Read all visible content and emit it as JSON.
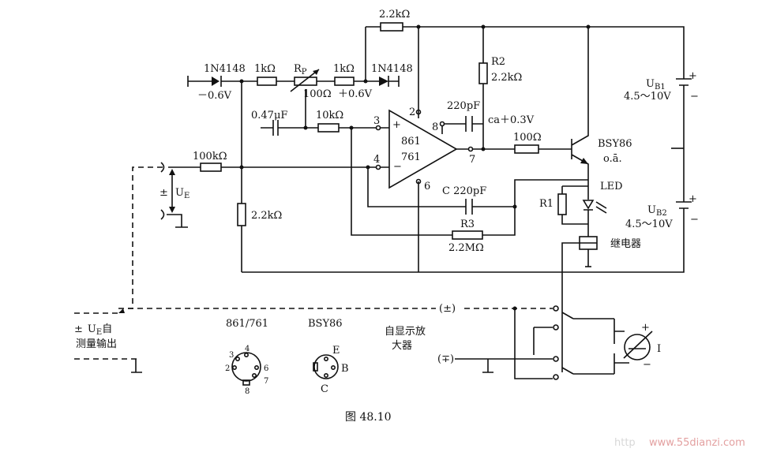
{
  "labels": {
    "r_top": "2.2kΩ",
    "d_left": "1N4148",
    "d_left_v": "－0.6V",
    "r_1k_left": "1kΩ",
    "rp": "R",
    "rp_sub": "P",
    "rp_val": "100Ω",
    "r_1k_right": "1kΩ",
    "d_right": "1N4148",
    "d_right_v": "＋0.6V",
    "cap_047": "0.47μF",
    "r_10k": "10kΩ",
    "r2": "R2",
    "r2_val": "2.2kΩ",
    "cap_220_top": "220pF",
    "ca_v": "ca＋0.3V",
    "opamp_top": "861",
    "opamp_bottom": "761",
    "opamp_plus": "+",
    "opamp_minus": "−",
    "pin2": "2",
    "pin3": "3",
    "pin4": "4",
    "pin6": "6",
    "pin7": "7",
    "pin8": "8",
    "r_100": "100Ω",
    "transistor": "BSY86",
    "transistor_sub": "o.ā.",
    "ub1": "U",
    "ub1_sub": "B1",
    "ub1_range": "4.5～10V",
    "ub2": "U",
    "ub2_sub": "B2",
    "ub2_range": "4.5～10V",
    "led": "LED",
    "r1": "R1",
    "c_220": "C 220pF",
    "r3": "R3",
    "r3_val": "2.2MΩ",
    "relay": "继电器",
    "r_100k": "100kΩ",
    "ue_pm": "±",
    "ue": "U",
    "ue_sub": "E",
    "r_22k_left": "2.2kΩ",
    "pm_line": "(±)",
    "mp_line": "(∓)",
    "bottom_left_1a": "±",
    "bottom_left_1b": "U",
    "bottom_left_1sub": "E",
    "bottom_left_1c": "自",
    "bottom_left_2": "测量输出",
    "pinout_861": "861/761",
    "pinout_bsy": "BSY86",
    "amp_1": "自显示放",
    "amp_2": "大器",
    "pin_e": "E",
    "pin_b": "B",
    "pin_c": "C",
    "meter_plus": "+",
    "meter_minus": "−",
    "meter_i": "I",
    "batt_plus": "+",
    "batt_minus": "−",
    "figure_caption": "图 48.10",
    "watermark_a": "http",
    "watermark_b": "www.55dianzi.com"
  }
}
